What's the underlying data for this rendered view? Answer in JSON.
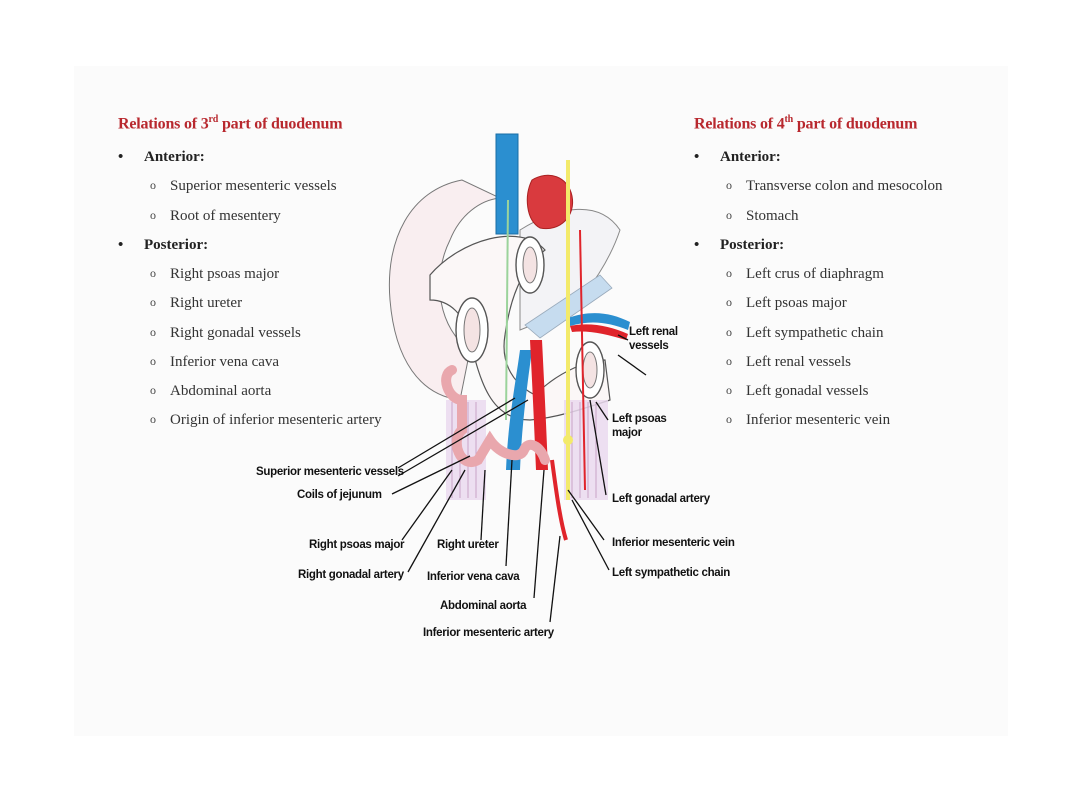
{
  "left": {
    "heading_pre": "Relations of 3",
    "heading_sup": "rd",
    "heading_post": " part of duodenum",
    "anterior_title": "Anterior:",
    "anterior_items": [
      "Superior mesenteric vessels",
      "Root of mesentery"
    ],
    "posterior_title": "Posterior:",
    "posterior_items": [
      "Right psoas major",
      "Right ureter",
      "Right gonadal vessels",
      "Inferior vena cava",
      "Abdominal aorta",
      "Origin of inferior mesenteric artery"
    ]
  },
  "right": {
    "heading_pre": "Relations of 4",
    "heading_sup": "th",
    "heading_post": " part of duodenum",
    "anterior_title": "Anterior:",
    "anterior_items": [
      "Transverse colon and mesocolon",
      "Stomach"
    ],
    "posterior_title": "Posterior:",
    "posterior_items": [
      "Left crus of diaphragm",
      "Left psoas major",
      "Left sympathetic chain",
      "Left renal vessels",
      "Left gonadal vessels",
      "Inferior mesenteric vein"
    ]
  },
  "diagram_labels": {
    "left_renal_1": "Left renal",
    "left_renal_2": "vessels",
    "left_psoas_1": "Left psoas",
    "left_psoas_2": "major",
    "left_gonadal": "Left  gonadal artery",
    "inf_mes_vein": "Inferior  mesenteric vein",
    "left_symp": "Left sympathetic chain",
    "sup_mes": "Superior mesenteric vessels",
    "jejunum": "Coils of jejunum",
    "right_psoas": "Right psoas major",
    "right_gonadal": "Right  gonadal artery",
    "right_ureter": "Right ureter",
    "ivc": "Inferior vena cava",
    "aorta": "Abdominal aorta",
    "inf_mes_artery": "Inferior  mesenteric artery"
  },
  "colors": {
    "heading": "#b8282e",
    "artery": "#e0242b",
    "vein": "#2b8fd0",
    "ureter": "#f3ea6a",
    "intestine": "#f5dede"
  }
}
